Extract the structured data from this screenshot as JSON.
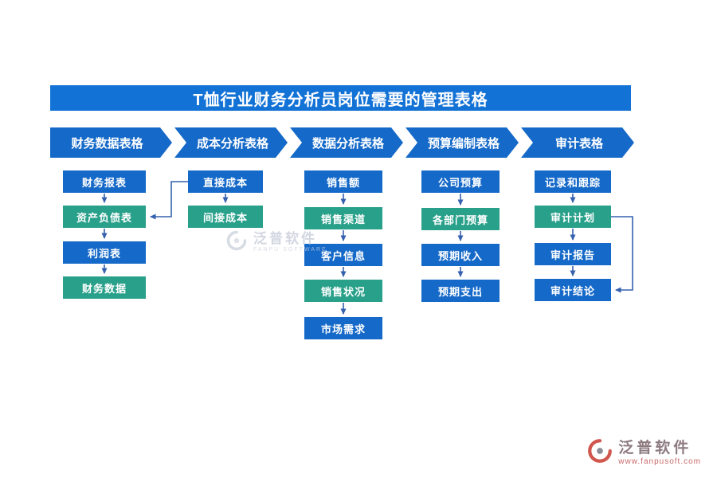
{
  "title": "T恤行业财务分析员岗位需要的管理表格",
  "colors": {
    "banner_blue": "#1372d6",
    "header_blue": "#1569c8",
    "box_blue": "#1569c8",
    "box_green": "#29a08a",
    "connector_blue": "#3561ae"
  },
  "columns": [
    {
      "header": "财务数据表格",
      "boxes": [
        {
          "label": "财务报表",
          "color": "blue"
        },
        {
          "label": "资产负债表",
          "color": "green"
        },
        {
          "label": "利润表",
          "color": "blue"
        },
        {
          "label": "财务数据",
          "color": "green"
        }
      ]
    },
    {
      "header": "成本分析表格",
      "boxes": [
        {
          "label": "直接成本",
          "color": "blue"
        },
        {
          "label": "间接成本",
          "color": "green"
        }
      ]
    },
    {
      "header": "数据分析表格",
      "boxes": [
        {
          "label": "销售额",
          "color": "blue"
        },
        {
          "label": "销售渠道",
          "color": "green"
        },
        {
          "label": "客户信息",
          "color": "blue"
        },
        {
          "label": "销售状况",
          "color": "green"
        },
        {
          "label": "市场需求",
          "color": "blue"
        }
      ]
    },
    {
      "header": "预算编制表格",
      "boxes": [
        {
          "label": "公司预算",
          "color": "blue"
        },
        {
          "label": "各部门预算",
          "color": "green"
        },
        {
          "label": "预期收入",
          "color": "blue"
        },
        {
          "label": "预期支出",
          "color": "blue"
        }
      ]
    },
    {
      "header": "审计表格",
      "boxes": [
        {
          "label": "记录和跟踪",
          "color": "blue"
        },
        {
          "label": "审计计划",
          "color": "green"
        },
        {
          "label": "审计报告",
          "color": "blue"
        },
        {
          "label": "审计结论",
          "color": "blue"
        }
      ]
    }
  ],
  "watermark_center": {
    "brand": "泛普软件",
    "subtitle": "FANPU SOFTWARE"
  },
  "watermark_corner": {
    "brand": "泛普软件",
    "url": "www.fanpusoft.com"
  }
}
